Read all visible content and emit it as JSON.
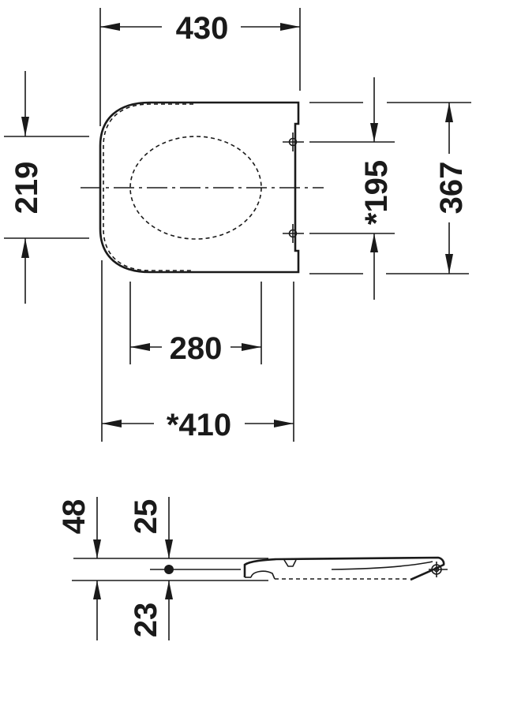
{
  "drawing": {
    "title": "Toilet seat dimension drawing",
    "line_color": "#1a1a1a",
    "background": "#ffffff",
    "top_view": {
      "dimensions": {
        "overall_width": "430",
        "seat_depth": "219",
        "hinge_spacing": "*195",
        "overall_depth": "367",
        "opening_width": "280",
        "fixing_width": "*410"
      }
    },
    "side_view": {
      "dimensions": {
        "total_height": "48",
        "upper_height": "25",
        "lower_height": "23"
      }
    }
  }
}
